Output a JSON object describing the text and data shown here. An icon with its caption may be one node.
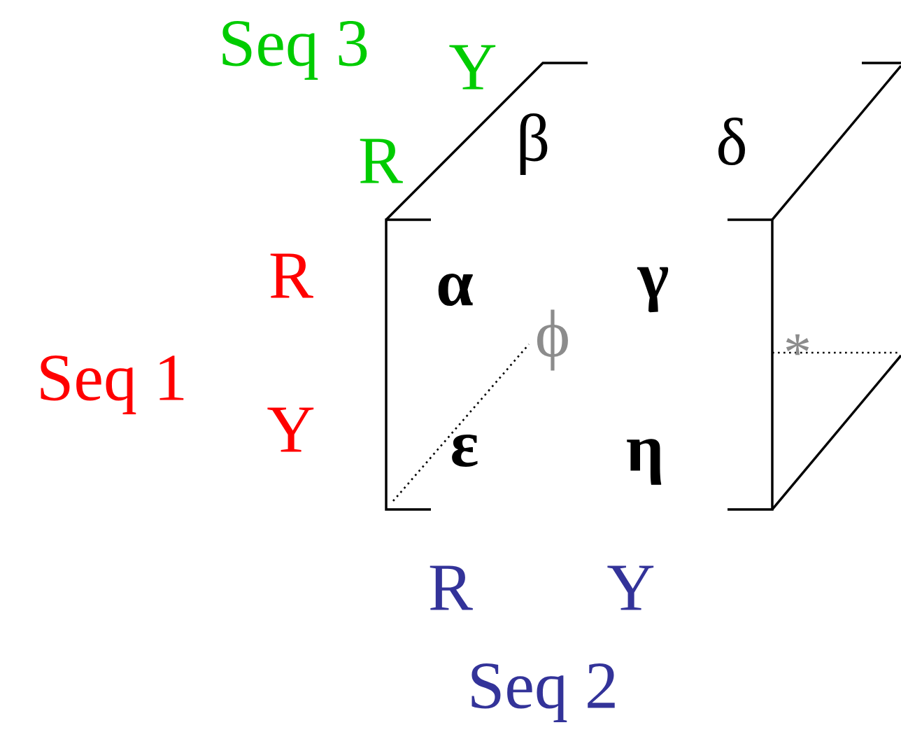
{
  "diagram": {
    "labels": [
      "Seq 3",
      "Y",
      "R",
      "β",
      "δ",
      "R",
      "α",
      "γ",
      "ϕ",
      "*",
      "Seq 1",
      "Y",
      "ε",
      "η",
      "R",
      "Y",
      "Seq 2"
    ]
  }
}
